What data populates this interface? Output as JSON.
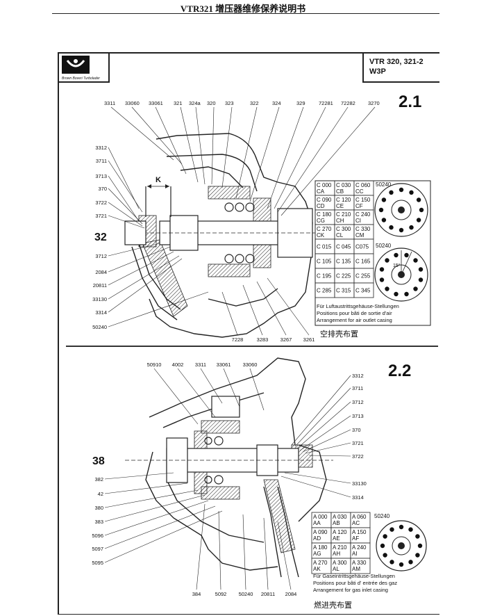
{
  "page_title": "VTR321 增压器维修保养说明书",
  "header": {
    "logo_caption": "Brown Boveri Turbolader",
    "model_line1": "VTR 320, 321-2",
    "model_line2": "W3P"
  },
  "section1": {
    "number": "2.1",
    "side_number": "32",
    "dimension_label": "K",
    "top_labels": [
      "3311",
      "33060",
      "33061",
      "321",
      "324a",
      "320",
      "323",
      "322",
      "324",
      "329",
      "72281",
      "72282",
      "3270"
    ],
    "left_labels": [
      "3312",
      "3711",
      "3713",
      "370",
      "3722",
      "3721",
      "3712",
      "2084",
      "20811",
      "33130",
      "3314",
      "50240"
    ],
    "bottom_labels": [
      "7228",
      "3283",
      "3267",
      "3261"
    ],
    "table_code": "50240",
    "table_rows": [
      [
        "C 000\nCA",
        "C 030\nCB",
        "C 060\nCC"
      ],
      [
        "C 090\nCD",
        "C 120\nCE",
        "C 150\nCF"
      ],
      [
        "C 180\nCG",
        "C 210\nCH",
        "C 240\nCI"
      ],
      [
        "C 270\nCK",
        "C 300\nCL",
        "C 330\nCM"
      ],
      [
        "C 015",
        "C 045",
        "C075"
      ],
      [
        "C 105",
        "C 135",
        "C 165"
      ],
      [
        "C 195",
        "C 225",
        "C 255"
      ],
      [
        "C 285",
        "C 315",
        "C 345"
      ]
    ],
    "table_code_2": "50240",
    "angle_label": "15°",
    "note_de": "Für Luftaustrittsgehäuse-Stellungen",
    "note_fr": "Positions pour bâti de sortie d'air",
    "note_en": "Arrangement for air outlet casing",
    "note_cn": "空排壳布置"
  },
  "section2": {
    "number": "2.2",
    "side_number": "38",
    "top_labels": [
      "50910",
      "4002",
      "3311",
      "33061",
      "33060"
    ],
    "right_labels": [
      "3312",
      "3711",
      "3712",
      "3713",
      "370",
      "3721",
      "3722",
      "33130",
      "3314"
    ],
    "left_labels": [
      "382",
      "42",
      "380",
      "383",
      "5096",
      "5097",
      "5095"
    ],
    "bottom_labels": [
      "384",
      "5092",
      "50240",
      "20811",
      "2084"
    ],
    "table_code": "50240",
    "table_rows": [
      [
        "A 000\nAA",
        "A 030\nAB",
        "A 060\nAC"
      ],
      [
        "A 090\nAD",
        "A 120\nAE",
        "A 150\nAF"
      ],
      [
        "A 180\nAG",
        "A 210\nAH",
        "A 240\nAI"
      ],
      [
        "A 270\nAK",
        "A 300\nAL",
        "A 330\nAM"
      ]
    ],
    "note_de": "Für Gaseintrittsgehäuse-Stellungen",
    "note_fr": "Positions pour bâti d' entrée des gaz",
    "note_en": "Arrangement for gas inlet casing",
    "note_cn": "燃进壳布置"
  }
}
